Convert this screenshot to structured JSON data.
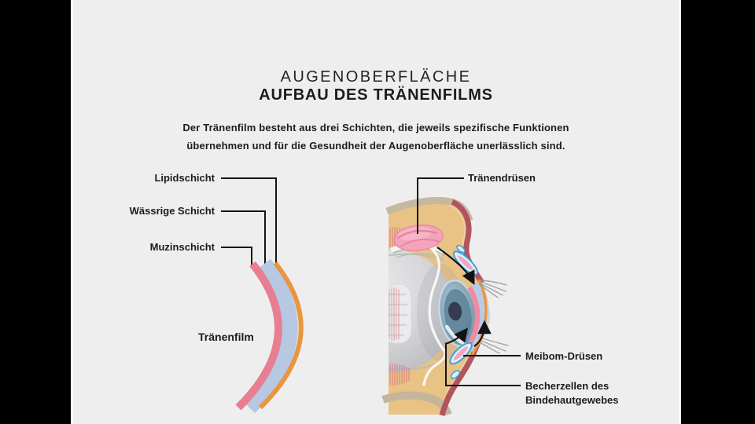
{
  "palette": {
    "letterbox": "#000000",
    "slide_background": "#eeeeef",
    "text": "#1c1c1e",
    "leader_line": "#151515",
    "lipid_orange": "#e8963f",
    "aqueous_blue": "#b6c8e2",
    "mucin_pink": "#e87e92",
    "skin_tan": "#e9c285",
    "skin_outer_red": "#b25360",
    "skin_outer_taupe": "#c6b89e",
    "lacrimal_gland_pink": "#f3a4ba",
    "meibomian_blue": "#3f9fd8",
    "eyeball_gray": "#d7d7d9",
    "iris_blue": "#6d93a8"
  },
  "header": {
    "title_line1": "AUGENOBERFLÄCHE",
    "title_line2": "AUFBAU DES TRÄNENFILMS",
    "intro_line1": "Der Tränenfilm besteht aus drei Schichten, die jeweils spezifische Funktionen",
    "intro_line2": "übernehmen und für die Gesundheit der Augenoberfläche unerlässlich sind."
  },
  "tear_film_diagram": {
    "labels": {
      "lipid": "Lipidschicht",
      "aqueous": "Wässrige Schicht",
      "mucin": "Muzinschicht",
      "film": "Tränenfilm"
    }
  },
  "eye_diagram": {
    "labels": {
      "lacrimal": "Tränendrüsen",
      "meibomian": "Meibom-Drüsen",
      "goblet": "Becherzellen des\nBindehautgewebes"
    }
  }
}
